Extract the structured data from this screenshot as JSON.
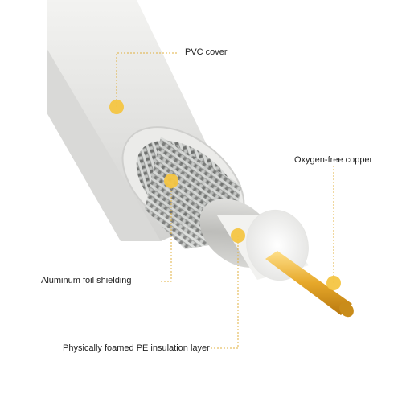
{
  "labels": {
    "pvc_cover": "PVC cover",
    "oxygen_free_copper": "Oxygen-free copper",
    "aluminum_foil_shielding": "Aluminum foil shielding",
    "pe_insulation": "Physically foamed PE insulation layer"
  },
  "colors": {
    "marker": "#f4c542",
    "leader_line": "#e0b040",
    "jacket": "#e6e6e4",
    "braid": "#a8aaa8",
    "foil": "#d0d0cc",
    "insulation": "#fbfbfb",
    "copper": "#e0a52a"
  }
}
